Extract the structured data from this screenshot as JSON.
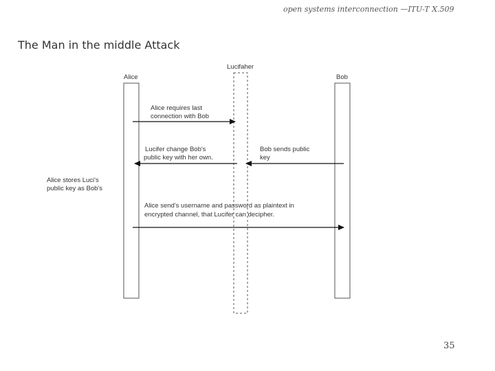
{
  "header": {
    "text": "open systems interconnection —ITU-T X.509"
  },
  "slide": {
    "title": "The Man in the middle Attack",
    "page_number": "35"
  },
  "diagram": {
    "participants": {
      "alice": "Alice",
      "lucifer": "Lucifaher",
      "bob": "Bob"
    },
    "messages": {
      "m1_line1": "Alice requires last",
      "m1_line2": "connection with Bob",
      "m2_line1": "Lucifer change Bob's",
      "m2_line2": "public key with her own.",
      "m3_line1": "Bob sends public",
      "m3_line2": "key",
      "m4_line1": "Alice send's username and password as plaintext in",
      "m4_line2": "encrypted channel, that Lucifer can decipher."
    },
    "note": {
      "line1": "Alice stores Luci's",
      "line2": "public key as Bob's"
    }
  }
}
